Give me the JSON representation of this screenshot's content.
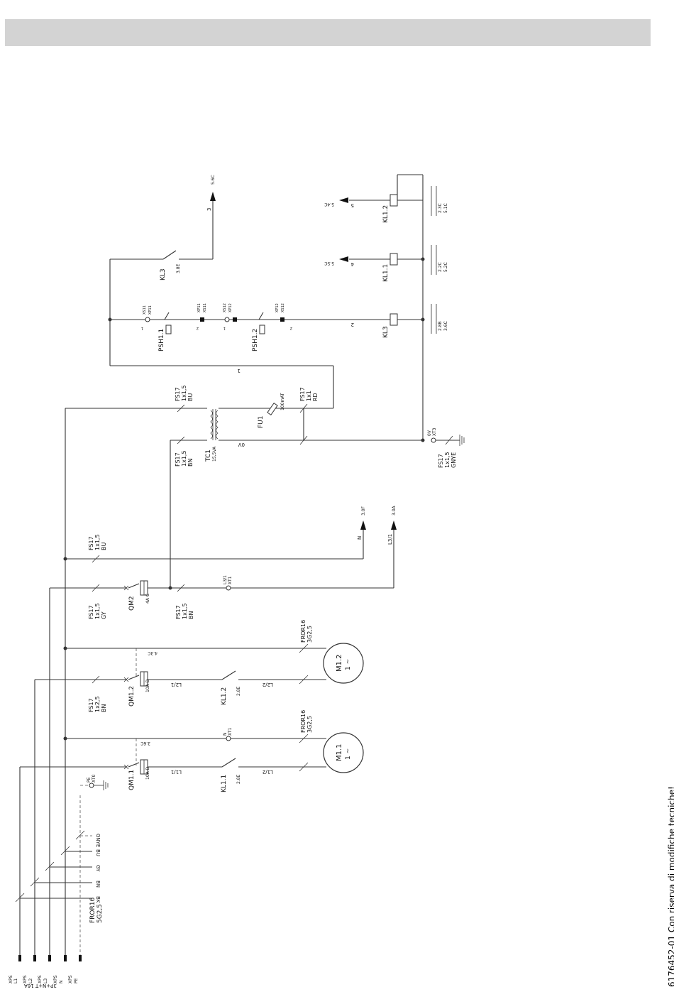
{
  "page": {
    "footer_note": "6176452-01 Con riserva di modifiche tecniche!",
    "header_band_color": "#d3d3d3"
  },
  "supply": {
    "designation": "3P+N+T 16A",
    "terminals": [
      {
        "strip": "XPS",
        "pin": "L1"
      },
      {
        "strip": "XPS",
        "pin": "L2"
      },
      {
        "strip": "XPS",
        "pin": "L3"
      },
      {
        "strip": "XPS",
        "pin": "N"
      },
      {
        "strip": "XPS",
        "pin": "PE"
      }
    ],
    "cable": {
      "type": "FROR16",
      "section": "5G2,5"
    },
    "core_colors": [
      "BK",
      "BN",
      "GY",
      "BU",
      "GNYE"
    ]
  },
  "earth_terminal": {
    "strip": "XT0",
    "pin": "PE"
  },
  "breakers": [
    {
      "id": "QM1.1",
      "rating": "10A D",
      "ref": "3.6C"
    },
    {
      "id": "QM1.2",
      "rating": "10A D",
      "ref": "4.3C"
    },
    {
      "id": "QM2",
      "rating": "4A C"
    }
  ],
  "contactors": [
    {
      "id": "KL1.1",
      "ref": "2.8E"
    },
    {
      "id": "KL1.2",
      "ref": "2.8E"
    },
    {
      "id": "KL3",
      "ref": "3.8E"
    }
  ],
  "motors": [
    {
      "id": "M1.1",
      "phase": "1 ~",
      "cable": {
        "type": "FROR16",
        "section": "3G2,5"
      }
    },
    {
      "id": "M1.2",
      "phase": "1 ~",
      "cable": {
        "type": "FROR16",
        "section": "3G2,5"
      }
    }
  ],
  "wire_labels": {
    "l1_1": "L1/1",
    "l1_2": "L1/2",
    "l2_1": "L2/1",
    "l2_2": "L2/2",
    "l3_1": "L3/1",
    "n": "N",
    "zero_v": "0V",
    "w1": "1",
    "w2": "2",
    "w3": "3",
    "w4": "4",
    "w5": "5"
  },
  "cables": {
    "qm1_2_feed": {
      "code": "FS17",
      "section": "1x2,5",
      "color": "BN"
    },
    "qm2_feed": {
      "code": "FS17",
      "section": "1x1,5",
      "color": "GY"
    },
    "n_feed": {
      "code": "FS17",
      "section": "1x1,5",
      "color": "BU"
    },
    "tc1_primary_l": {
      "code": "FS17",
      "section": "1x1,5",
      "color": "BN"
    },
    "tc1_primary_n": {
      "code": "FS17",
      "section": "1x1,5",
      "color": "BU"
    },
    "tc1_secondary": {
      "code": "FS17",
      "section": "1x1",
      "color": "RD"
    },
    "l3_out": {
      "code": "FS17",
      "section": "1x1,5",
      "color": "BN"
    },
    "earth": {
      "code": "FS17",
      "section": "1x1,5",
      "color": "GNYE"
    }
  },
  "terminals_xt1": {
    "n": {
      "strip": "XT1",
      "pin": "N"
    },
    "l3": {
      "strip": "XT1",
      "pin": "L3/1"
    }
  },
  "terminal_0v": {
    "strip": "XT3",
    "pin": "0V"
  },
  "transformer": {
    "id": "TC1",
    "rating": "15,5VA"
  },
  "fuse": {
    "id": "FU1",
    "rating": "100mAT"
  },
  "pressure_switches": [
    {
      "id": "PSH1.1",
      "terms": [
        {
          "strip": "XS11",
          "pin": "1"
        },
        {
          "strip": "XP11",
          "pin": "1"
        },
        {
          "strip": "XP11",
          "pin": "2"
        },
        {
          "strip": "XS11",
          "pin": "2"
        }
      ]
    },
    {
      "id": "PSH1.2",
      "terms": [
        {
          "strip": "XS12",
          "pin": "1"
        },
        {
          "strip": "XP12",
          "pin": "1"
        },
        {
          "strip": "XP12",
          "pin": "2"
        },
        {
          "strip": "XS12",
          "pin": "2"
        }
      ]
    }
  ],
  "coils": [
    {
      "id": "KL3",
      "contacts": [
        "2.8B",
        "3.6C"
      ]
    },
    {
      "id": "KL1.1",
      "contacts": [
        "2.2C",
        "5.2C"
      ]
    },
    {
      "id": "KL1.2",
      "contacts": [
        "2.3C",
        "5.1C"
      ]
    }
  ],
  "arrows": [
    {
      "label": "N",
      "ref": "3.0F"
    },
    {
      "label": "L3/1",
      "ref": "3.0A"
    },
    {
      "label": "3",
      "ref": "5.6C"
    },
    {
      "label": "4",
      "ref": "5.5C"
    },
    {
      "label": "5",
      "ref": "5.4C"
    }
  ]
}
